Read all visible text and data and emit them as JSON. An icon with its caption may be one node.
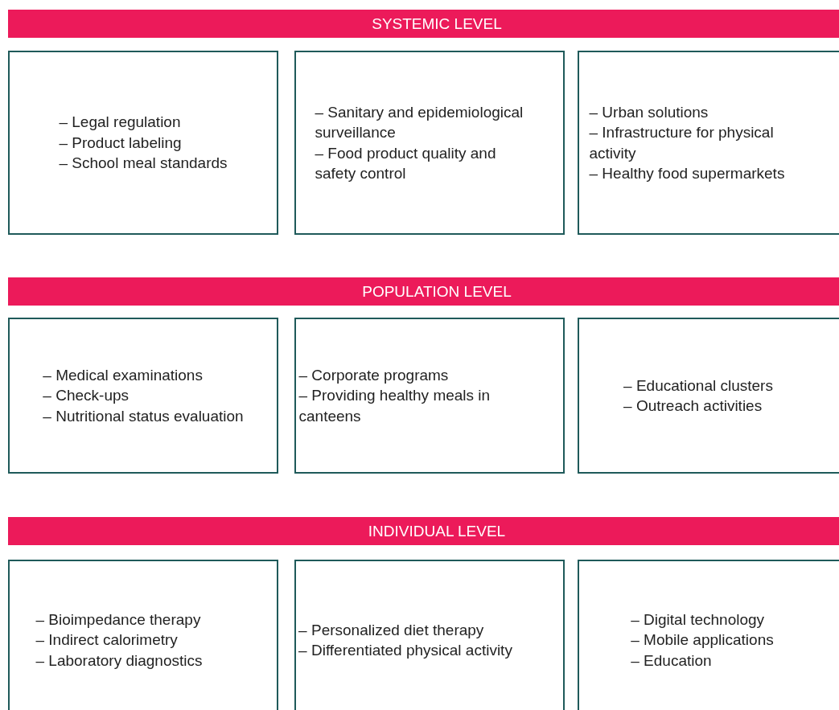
{
  "diagram": {
    "nodes": [
      {
        "text": [
          "SYSTEMIC LEVEL"
        ]
      },
      {
        "text": [
          "– Legal regulation",
          "– Product labeling",
          "– School meal standards"
        ]
      },
      {
        "text": [
          "– Sanitary and epidemiological surveillance",
          "– Food product quality and safety control"
        ]
      },
      {
        "text": [
          "– Urban solutions",
          "– Infrastructure for physical activity",
          "– Healthy food supermarkets"
        ]
      },
      {
        "text": [
          "POPULATION LEVEL"
        ]
      },
      {
        "text": [
          "– Medical examinations",
          "– Check-ups",
          "– Nutritional status evaluation"
        ]
      },
      {
        "text": [
          "– Corporate programs",
          "– Providing healthy meals in canteens"
        ]
      },
      {
        "text": [
          "– Educational clusters",
          "– Outreach activities"
        ]
      },
      {
        "text": [
          "INDIVIDUAL LEVEL"
        ]
      },
      {
        "text": [
          "– Bioimpedance therapy",
          "– Indirect calorimetry",
          "– Laboratory diagnostics"
        ]
      },
      {
        "text": [
          "– Personalized diet therapy",
          "– Differentiated physical activity"
        ]
      },
      {
        "text": [
          "– Digital technology",
          "– Mobile applications",
          "– Education"
        ]
      }
    ]
  }
}
